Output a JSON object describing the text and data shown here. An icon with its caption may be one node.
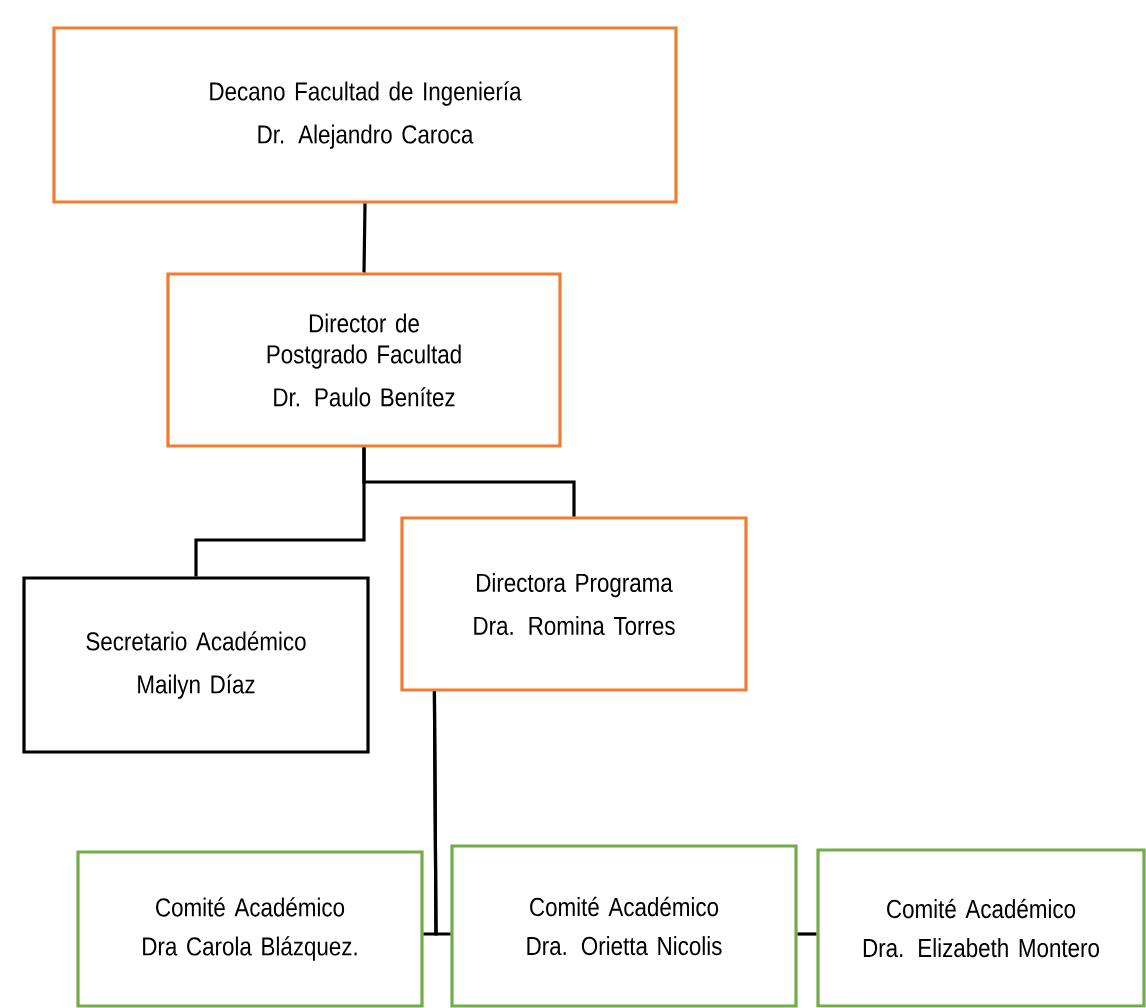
{
  "diagram": {
    "nodes": [
      {
        "text": [
          "Decano Facultad de Ingeniería",
          "Dr. Alejandro Caroca"
        ]
      },
      {
        "text": [
          "Director de Postgrado Facultad",
          "Dr. Paulo Benítez"
        ]
      },
      {
        "text": [
          "Secretario Académico",
          "Mailyn Díaz"
        ]
      },
      {
        "text": [
          "Directora Programa",
          "Dra. Romina Torres"
        ]
      },
      {
        "text": [
          "Comité Académico",
          "Dra Carola Blázquez."
        ]
      },
      {
        "text": [
          "Comité Académico",
          "Dra. Orietta Nicolis"
        ]
      },
      {
        "text": [
          "Comité Académico",
          "Dra. Elizabeth Montero"
        ]
      }
    ],
    "edges": [
      {
        "from": 0,
        "to": 1,
        "arrow": "none"
      },
      {
        "from": 1,
        "to": 2,
        "arrow": "none"
      },
      {
        "from": 1,
        "to": 3,
        "arrow": "none"
      },
      {
        "from": 3,
        "to": 4,
        "arrow": "none"
      },
      {
        "from": 3,
        "to": 5,
        "arrow": "none"
      },
      {
        "from": 5,
        "to": 6,
        "arrow": "none"
      }
    ]
  }
}
